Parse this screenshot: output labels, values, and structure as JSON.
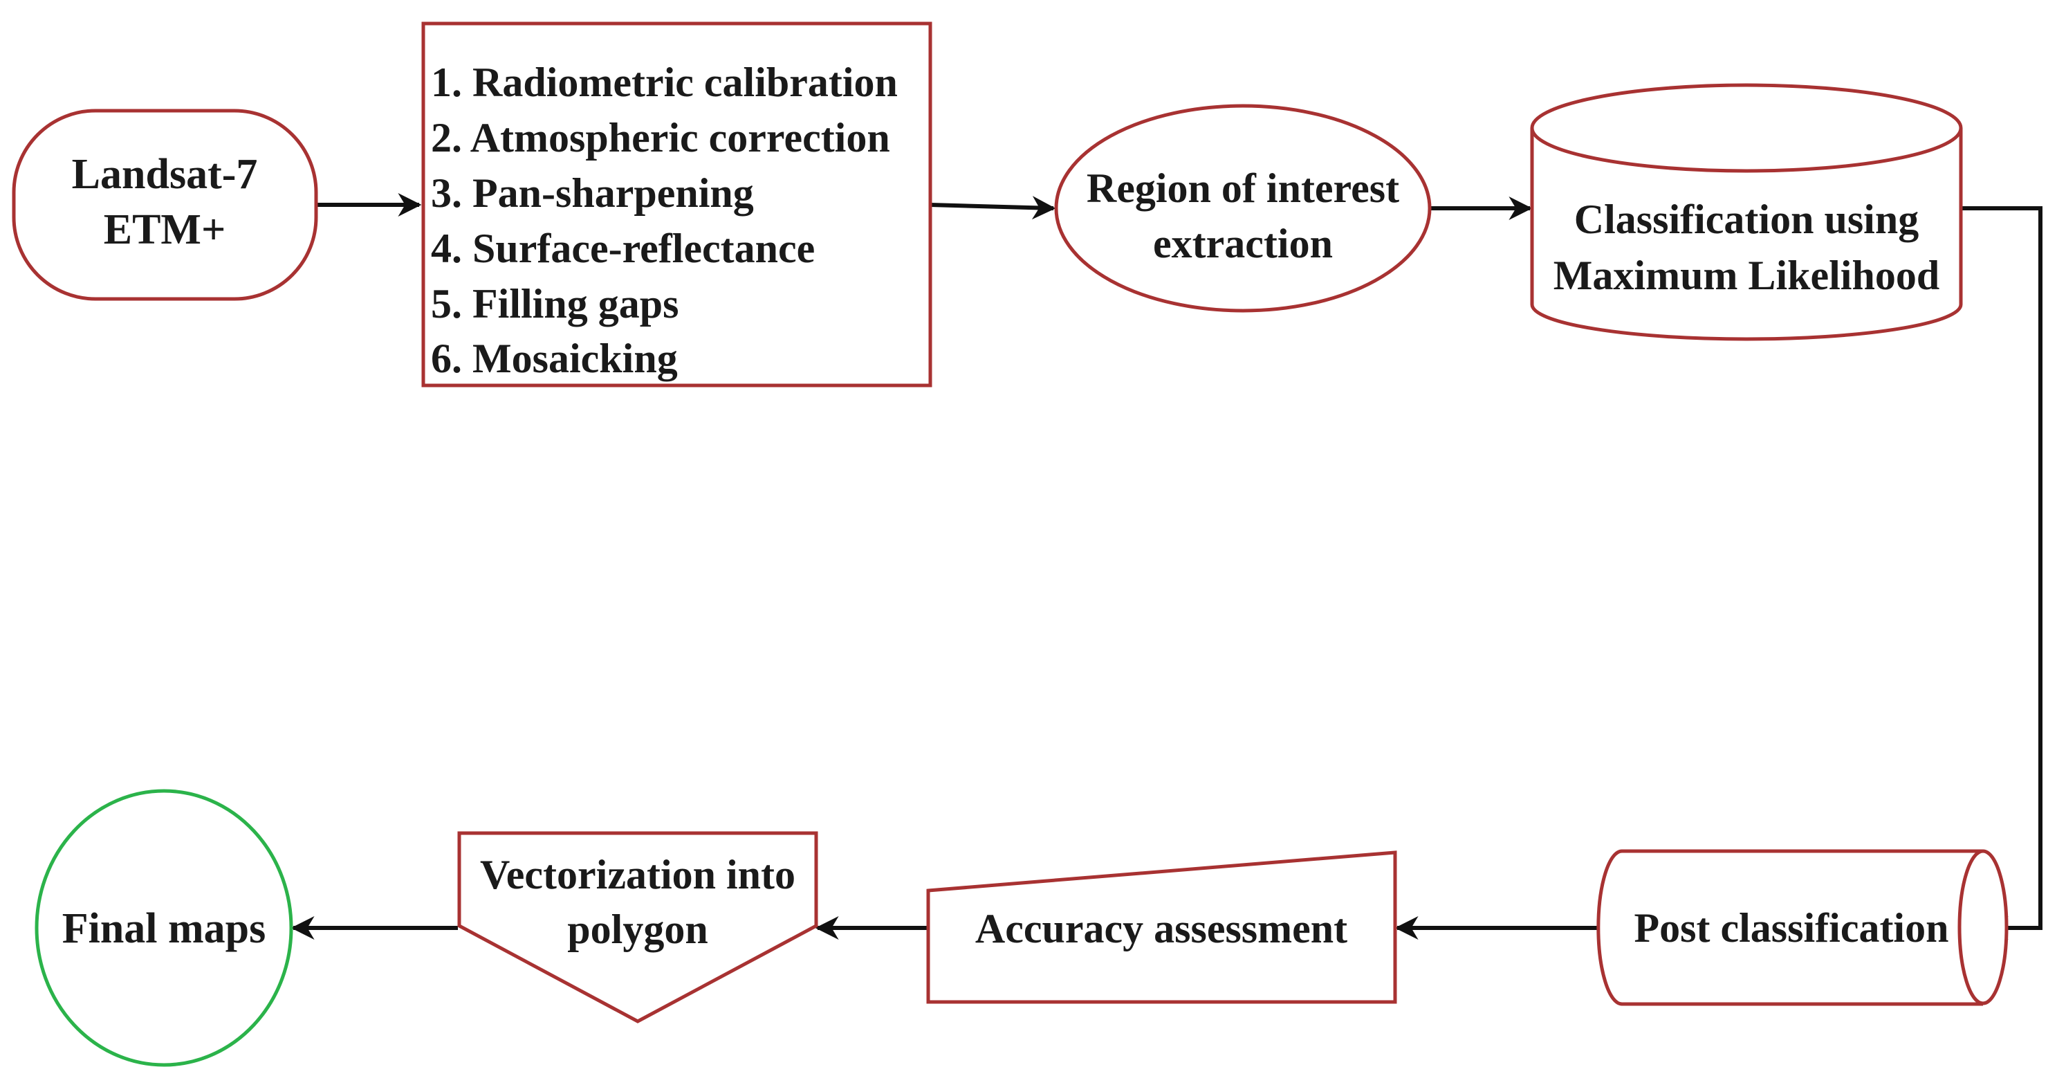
{
  "colors": {
    "node_border": "#a83232",
    "final_border": "#2bb34a",
    "edge": "#111111",
    "text": "#1a1a1a"
  },
  "nodes": {
    "landsat": {
      "line1": "Landsat-7",
      "line2": "ETM+"
    },
    "preprocessing": {
      "steps": [
        "1. Radiometric calibration",
        "2. Atmospheric correction",
        "3. Pan-sharpening",
        "4. Surface-reflectance",
        "5. Filling gaps",
        "6. Mosaicking"
      ]
    },
    "roi": {
      "line1": "Region of interest",
      "line2": "extraction"
    },
    "classification": {
      "line1": "Classification using",
      "line2": "Maximum Likelihood"
    },
    "post_classification": {
      "label": "Post classification"
    },
    "accuracy": {
      "label": "Accuracy assessment"
    },
    "vectorization": {
      "line1": "Vectorization into",
      "line2": "polygon"
    },
    "final_maps": {
      "label": "Final maps"
    }
  },
  "edges": [
    {
      "from": "landsat",
      "to": "preprocessing"
    },
    {
      "from": "preprocessing",
      "to": "roi"
    },
    {
      "from": "roi",
      "to": "classification"
    },
    {
      "from": "classification",
      "to": "post_classification"
    },
    {
      "from": "post_classification",
      "to": "accuracy"
    },
    {
      "from": "accuracy",
      "to": "vectorization"
    },
    {
      "from": "vectorization",
      "to": "final_maps"
    }
  ]
}
